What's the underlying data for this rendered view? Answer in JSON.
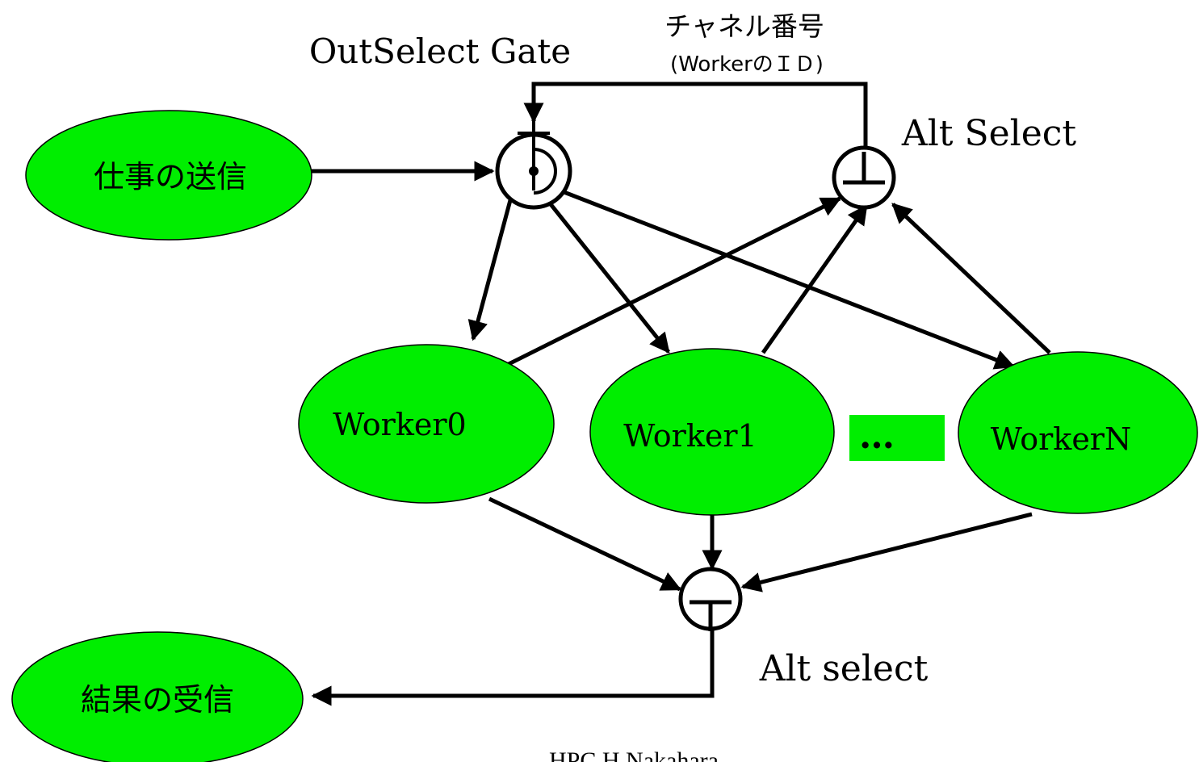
{
  "colors": {
    "node_fill": "#00ee00",
    "stroke": "#000000",
    "background": "#ffffff"
  },
  "nodes": {
    "send_job": "仕事の送信",
    "receive_result": "結果の受信",
    "worker0": "Worker0",
    "worker1": "Worker1",
    "workerN": "WorkerN",
    "ellipsis": "…"
  },
  "labels": {
    "outselect_gate": "OutSelect Gate",
    "channel_number": "チャネル番号",
    "worker_id": "(WorkerのＩＤ)",
    "alt_select_top": "Alt Select",
    "alt_select_bottom": "Alt select"
  },
  "footer": "HPC H.Nakahara"
}
